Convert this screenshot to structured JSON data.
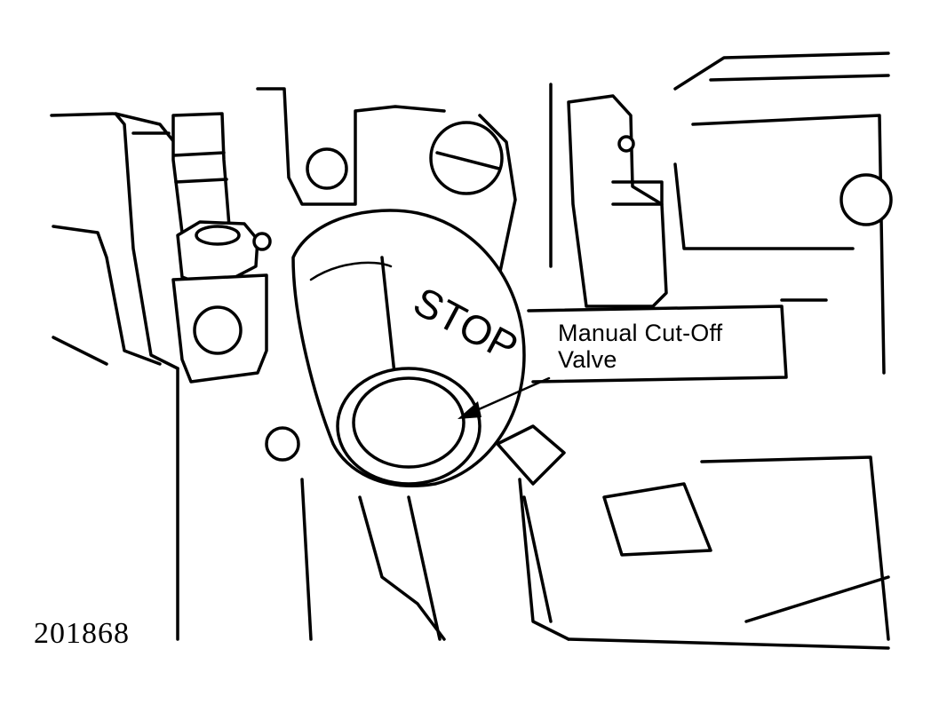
{
  "diagram": {
    "stop_label": "STOP",
    "callout": {
      "line1": "Manual Cut-Off",
      "line2": "Valve"
    },
    "figure_number": "201868"
  }
}
